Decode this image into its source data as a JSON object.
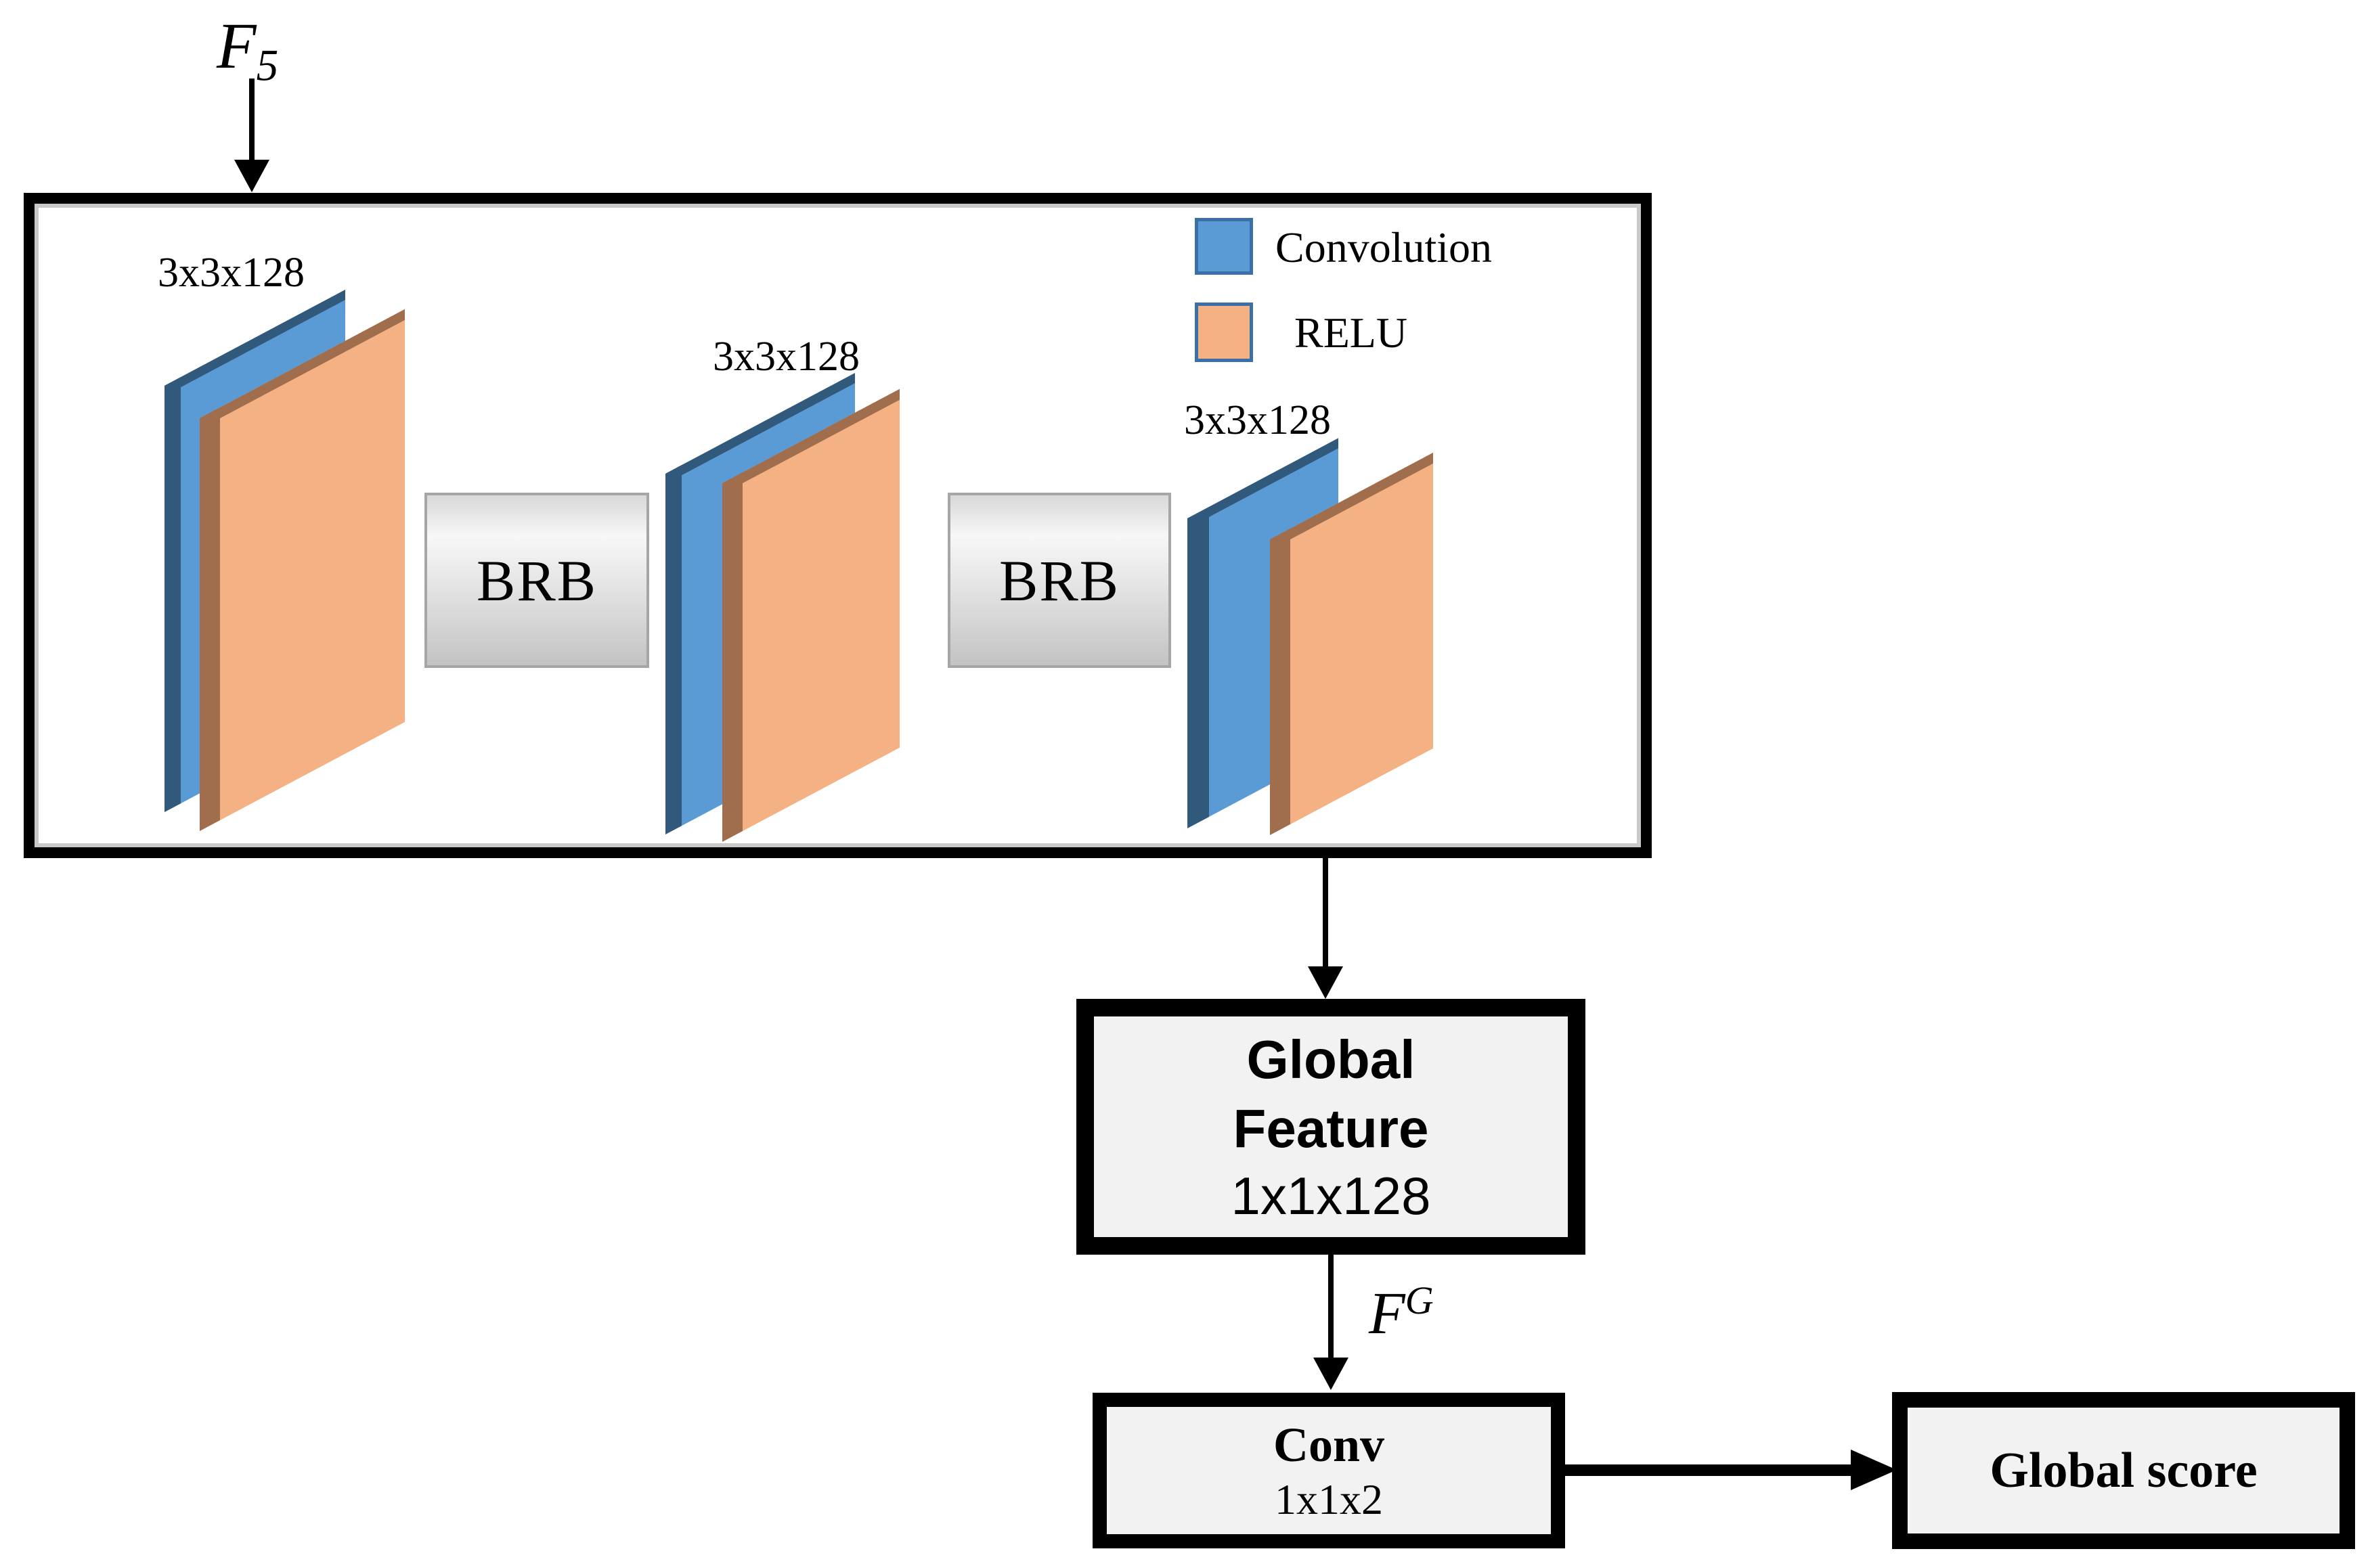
{
  "input_label": {
    "symbol": "F",
    "subscript": "5"
  },
  "legend": {
    "items": [
      {
        "label": "Convolution",
        "color": "#5B9BD5"
      },
      {
        "label": "RELU",
        "color": "#F4B183"
      }
    ]
  },
  "layers": [
    {
      "label": "3x3x128"
    },
    {
      "label": "3x3x128"
    },
    {
      "label": "3x3x128"
    }
  ],
  "brb": {
    "label": "BRB"
  },
  "global_feature": {
    "title_line1": "Global",
    "title_line2": "Feature",
    "size": "1x1x128"
  },
  "fg_label": {
    "symbol": "F",
    "superscript": "G"
  },
  "conv_box": {
    "title": "Conv",
    "size": "1x1x2"
  },
  "global_score": {
    "label": "Global score"
  },
  "colors": {
    "conv_blue": "#5B9BD5",
    "conv_blue_side": "#31597B",
    "relu_orange": "#F4B183",
    "relu_orange_side": "#A06E4C",
    "legend_swatch_border": "#3A6FA8",
    "flow_box_fill": "#F2F2F2",
    "arrow": "#000000",
    "brb_border": "#A6A6A6"
  }
}
